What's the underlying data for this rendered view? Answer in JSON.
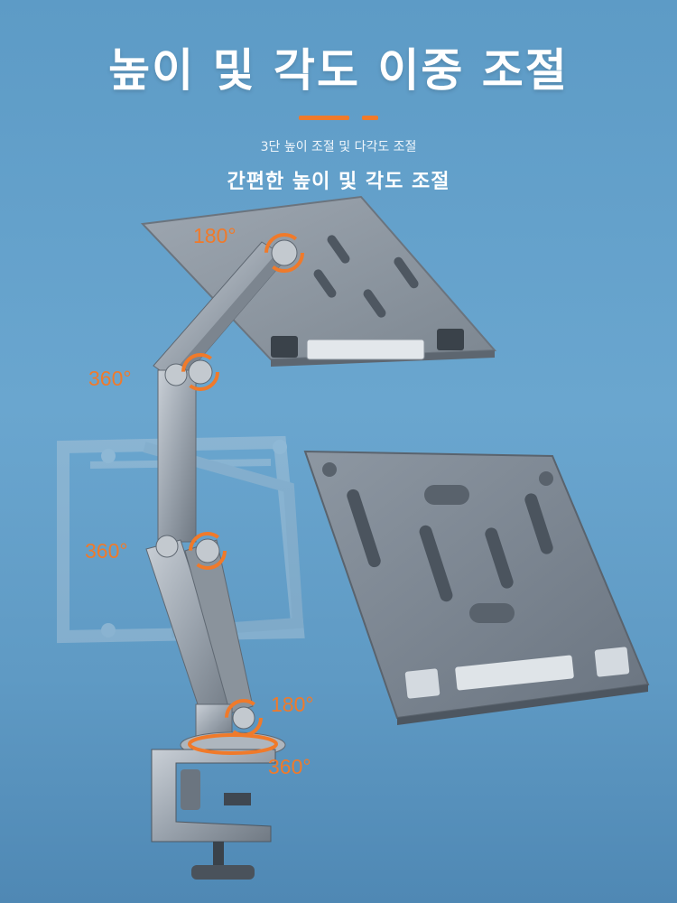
{
  "heading": {
    "title": "높이 및 각도 이중 조절",
    "subtitle_small": "3단 높이 조절 및 다각도 조절",
    "subtitle_main": "간편한 높이 및 각도 조절"
  },
  "angle_labels": {
    "top_hinge": "180°",
    "upper_joint": "360°",
    "middle_joint": "360°",
    "lower_hinge": "180°",
    "base_rotation": "360°"
  },
  "colors": {
    "background": "#6aa6cf",
    "accent": "#f07a2a",
    "metal": "#9aa3ad",
    "text": "#ffffff"
  }
}
